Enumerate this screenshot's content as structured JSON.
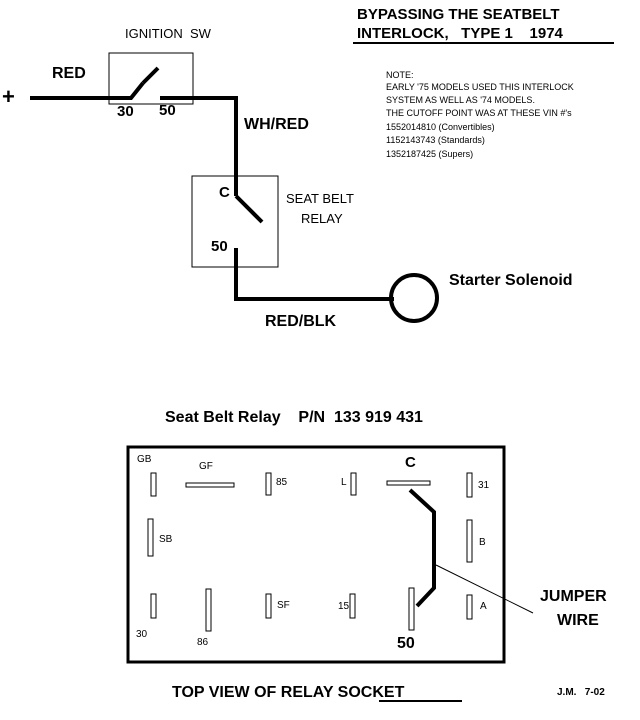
{
  "title": {
    "line1": "BYPASSING THE SEATBELT",
    "line2": "INTERLOCK,   TYPE 1    1974"
  },
  "note": [
    "NOTE:",
    "EARLY  '75 MODELS USED THIS INTERLOCK",
    "SYSTEM AS WELL AS '74 MODELS.",
    "THE CUTOFF POINT WAS AT THESE VIN #'s",
    "1552014810  (Convertibles)",
    "1152143743  (Standards)",
    "1352187425  (Supers)"
  ],
  "wiring": {
    "plus": "+",
    "red": "RED",
    "ignition_label": "IGNITION  SW",
    "ign_terminal_in": "30",
    "ign_terminal_out": "50",
    "wh_red": "WH/RED",
    "relay_terminal_c": "C",
    "relay_terminal_50": "50",
    "seat_belt_relay": [
      "SEAT BELT",
      "RELAY"
    ],
    "red_blk": "RED/BLK",
    "starter_solenoid": "Starter Solenoid"
  },
  "socket": {
    "heading": "Seat Belt Relay    P/N  133 919 431",
    "pins": {
      "gb": "GB",
      "gf": "GF",
      "p85": "85",
      "l": "L",
      "c": "C",
      "p31": "31",
      "sb": "SB",
      "b": "B",
      "p30": "30",
      "p86": "86",
      "sf": "SF",
      "p15": "15",
      "p50": "50",
      "a": "A"
    },
    "jumper": [
      "JUMPER",
      "WIRE"
    ],
    "caption_prefix": "TOP VIEW OF RELAY ",
    "caption_emphasis": "SOCKET",
    "author": "J.M.   7-02"
  }
}
